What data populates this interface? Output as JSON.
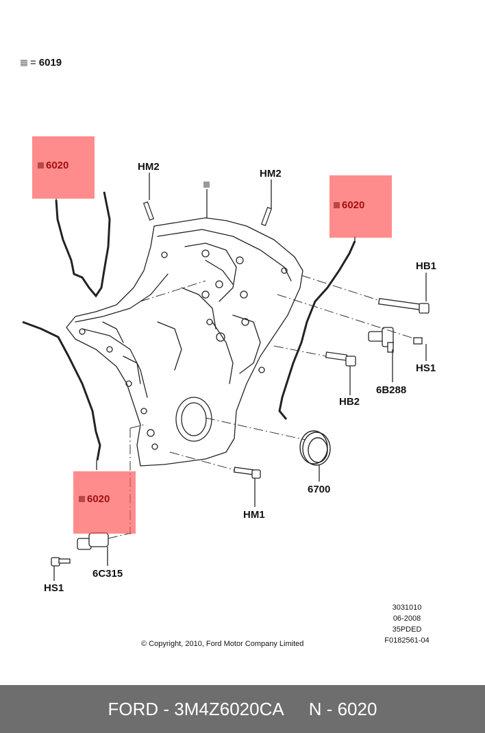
{
  "legend": {
    "code": "6019",
    "equals": "="
  },
  "highlights": [
    {
      "label": "6020"
    },
    {
      "label": "6020"
    },
    {
      "label": "6020"
    }
  ],
  "callouts": {
    "hm2_left": "HM2",
    "hm2_right": "HM2",
    "hb1": "HB1",
    "hs1_right": "HS1",
    "hb2": "HB2",
    "sensor_6b288": "6B288",
    "seal_6700": "6700",
    "hm1": "HM1",
    "hs1_left": "HS1",
    "sensor_6c315": "6C315"
  },
  "drawing_meta": [
    "3031010",
    "06-2008",
    "35PDED",
    "F0182561-04"
  ],
  "copyright": "© Copyright, 2010, Ford Motor Company Limited",
  "footer": {
    "part": "FORD - 3M4Z6020CA",
    "ref": "N - 6020"
  }
}
